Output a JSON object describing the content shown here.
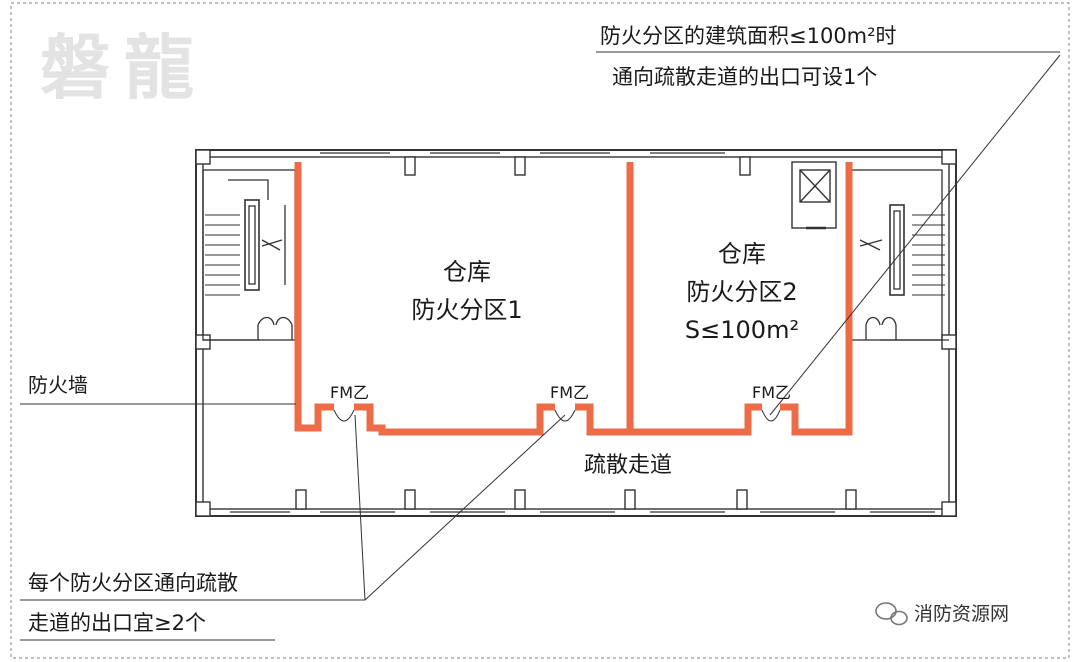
{
  "watermark": "磐龍",
  "rooms": {
    "zone1": {
      "line1": "仓库",
      "line2": "防火分区1"
    },
    "zone2": {
      "line1": "仓库",
      "line2": "防火分区2",
      "line3": "S≤100m²"
    }
  },
  "corridor_label": "疏散走道",
  "door_tags": [
    "FM乙",
    "FM乙",
    "FM乙"
  ],
  "callouts": {
    "firewall": "防火墙",
    "top_right_line1": "防火分区的建筑面积≤100m²时",
    "top_right_line2": "通向疏散走道的出口可设1个",
    "bottom_left_line1": "每个防火分区通向疏散",
    "bottom_left_line2": "走道的出口宜≥2个"
  },
  "brand": "消防资源网",
  "colors": {
    "firewall": "#ee6b47",
    "wall": "#333333",
    "text": "#1a1a1a",
    "watermark": "#e6e6e6",
    "frame": "#999999"
  }
}
